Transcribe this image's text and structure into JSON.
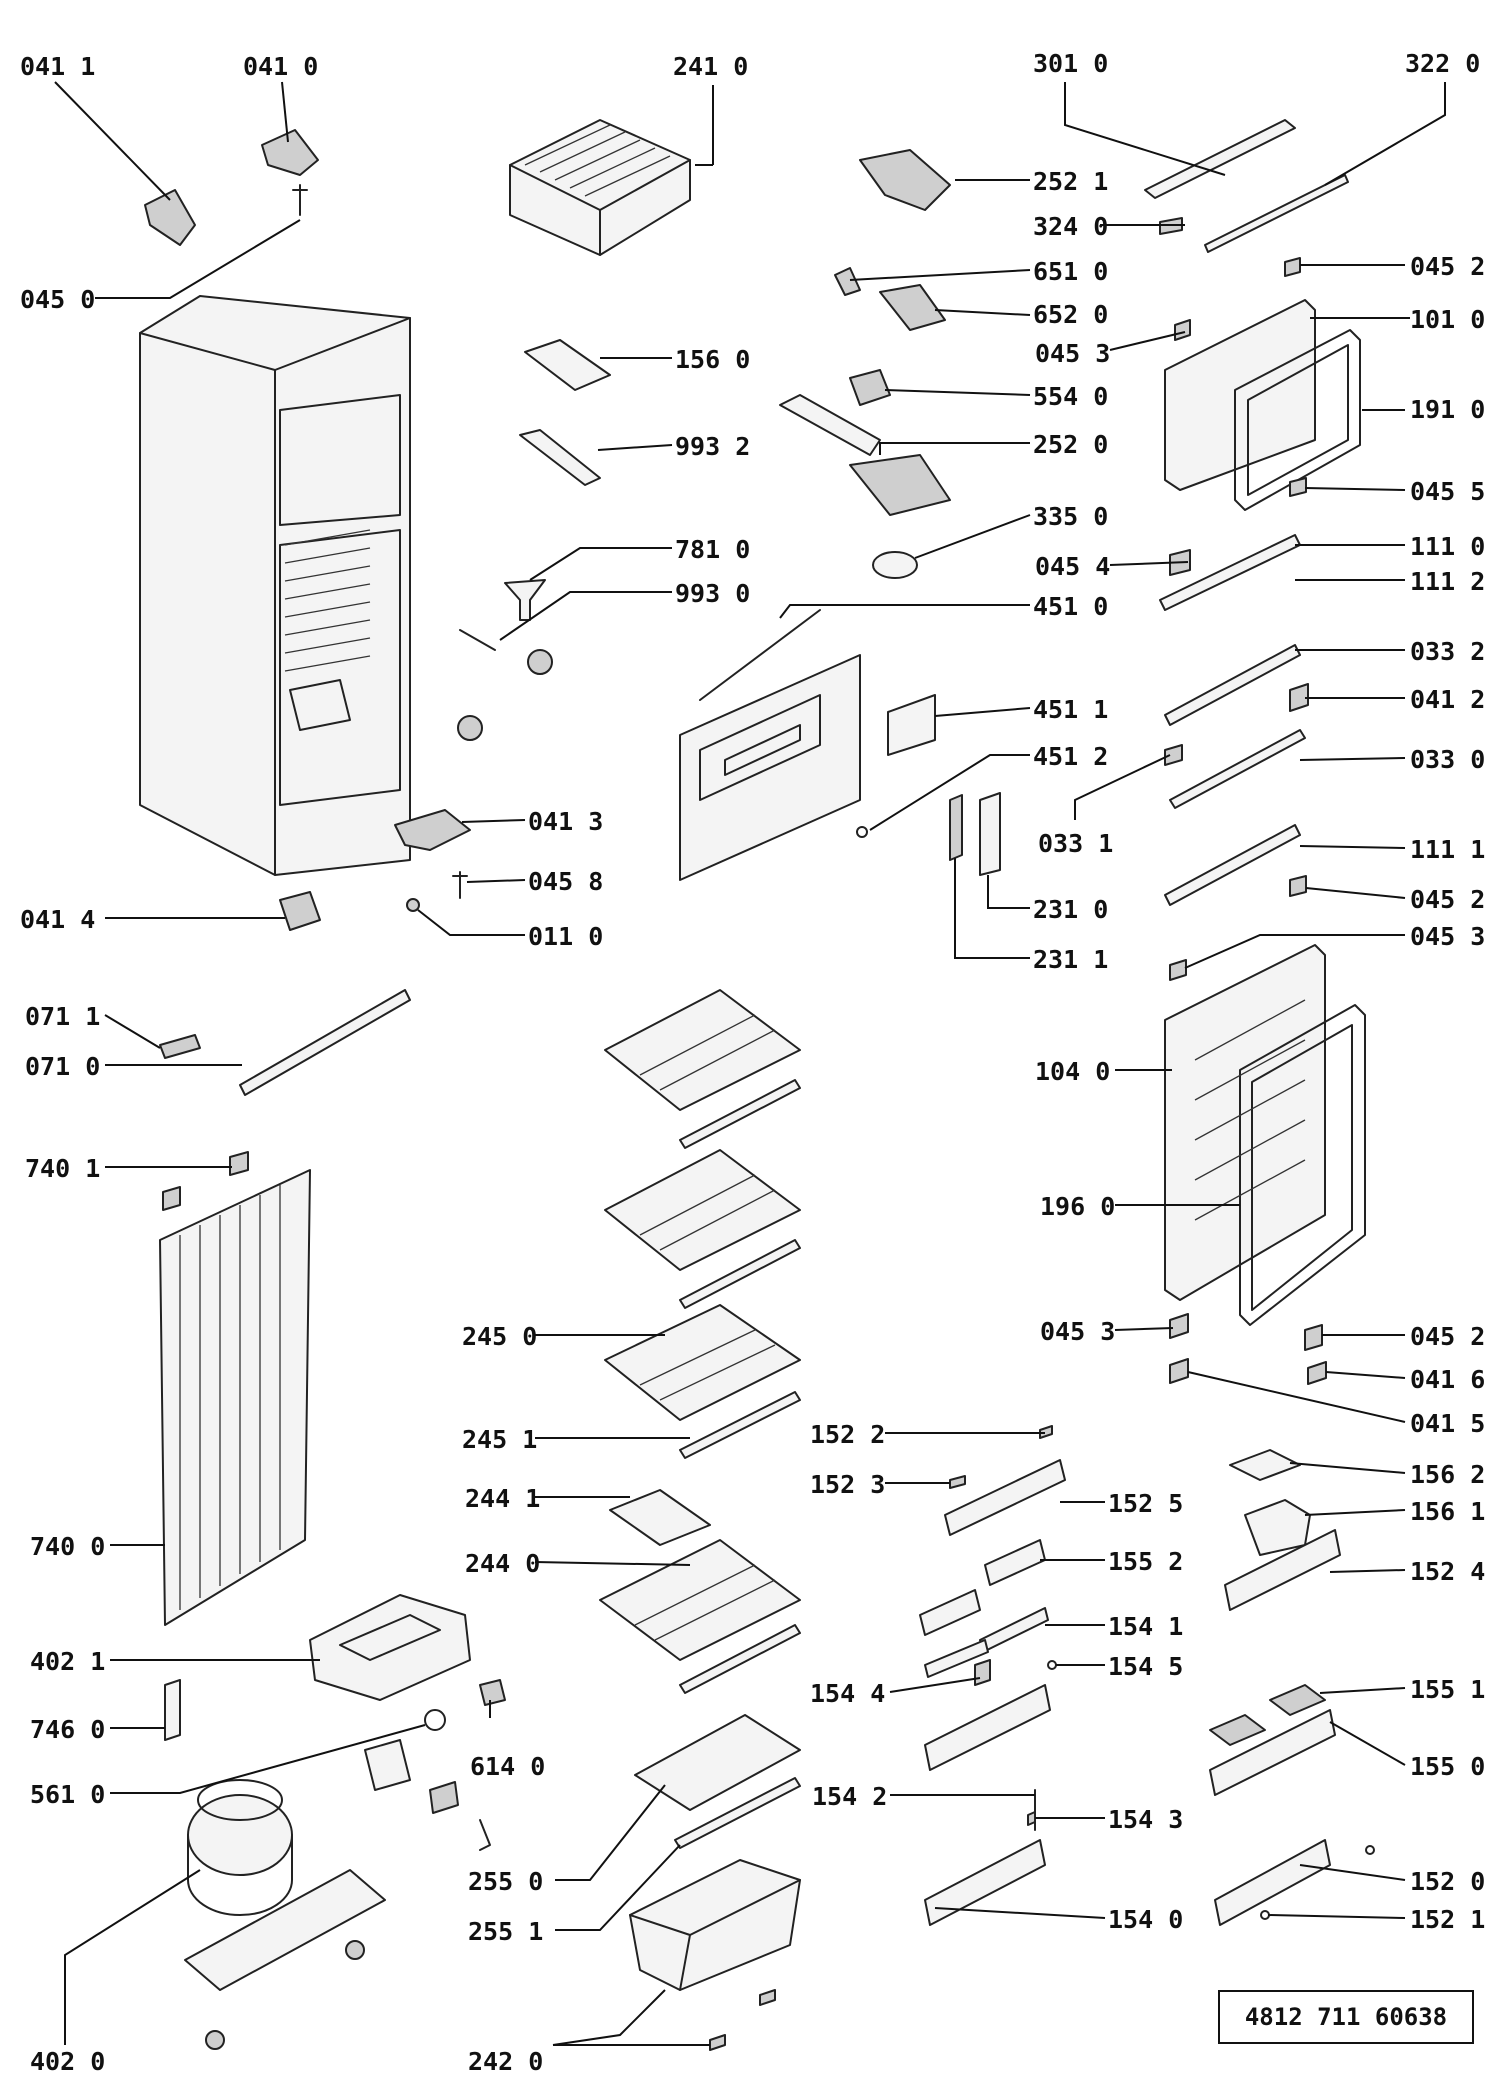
{
  "labels": {
    "p0411": "041 1",
    "p0410": "041 0",
    "p2410": "241 0",
    "p3010": "301 0",
    "p3220": "322 0",
    "p2521": "252 1",
    "p3240": "324 0",
    "p0452a": "045 2",
    "p0450": "045 0",
    "p6510": "651 0",
    "p6520": "652 0",
    "p1010": "101 0",
    "p1560": "156 0",
    "p0453a": "045 3",
    "p5540": "554 0",
    "p1910": "191 0",
    "p9932": "993 2",
    "p2520": "252 0",
    "p0455": "045 5",
    "p3350": "335 0",
    "p7810": "781 0",
    "p0454": "045 4",
    "p1110": "111 0",
    "p1112": "111 2",
    "p9930": "993 0",
    "p4510": "451 0",
    "p0332": "033 2",
    "p4511": "451 1",
    "p0412": "041 2",
    "p4512": "451 2",
    "p0330": "033 0",
    "p0413": "041 3",
    "p0331": "033 1",
    "p1111": "111 1",
    "p0458": "045 8",
    "p0452b": "045 2",
    "p0414": "041 4",
    "p0110": "011 0",
    "p2310": "231 0",
    "p0453b": "045 3",
    "p2311": "231 1",
    "p0711": "071 1",
    "p0710": "071 0",
    "p1040": "104 0",
    "p7401": "740 1",
    "p1960": "196 0",
    "p2450": "245 0",
    "p0453c": "045 3",
    "p0452c": "045 2",
    "p0416": "041 6",
    "p0415": "041 5",
    "p2451": "245 1",
    "p1522": "152 2",
    "p1523": "152 3",
    "p1562": "156 2",
    "p2441": "244 1",
    "p1525": "152 5",
    "p1561": "156 1",
    "p7400": "740 0",
    "p2440": "244 0",
    "p1552": "155 2",
    "p1524": "152 4",
    "p1541": "154 1",
    "p4021": "402 1",
    "p1545": "154 5",
    "p1544": "154 4",
    "p1551": "155 1",
    "p7460": "746 0",
    "p6140": "614 0",
    "p1550": "155 0",
    "p5610": "561 0",
    "p1542": "154 2",
    "p1543": "154 3",
    "p2550": "255 0",
    "p1520": "152 0",
    "p1540": "154 0",
    "p2551": "255 1",
    "p1521": "152 1",
    "p4020": "402 0",
    "p2420": "242 0"
  },
  "drawing_code": "4812 711 60638"
}
